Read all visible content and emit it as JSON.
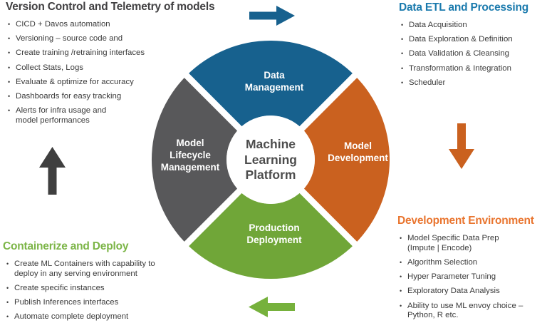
{
  "wheel": {
    "center_label": "Machine\nLearning\nPlatform",
    "quadrants": [
      {
        "id": "data-management",
        "label": "Data\nManagement",
        "color": "#17618e"
      },
      {
        "id": "model-development",
        "label": "Model\nDevelopment",
        "color": "#ca611f"
      },
      {
        "id": "production-deployment",
        "label": "Production\nDeployment",
        "color": "#70a638"
      },
      {
        "id": "model-lifecycle-management",
        "label": "Model\nLifecycle\nManagement",
        "color": "#58585a"
      }
    ],
    "gap_color": "#ffffff",
    "center_color": "#ffffff"
  },
  "sections": {
    "version_control": {
      "title": "Version Control and Telemetry of models",
      "title_color": "#414042",
      "items": [
        "CICD + Davos automation",
        "Versioning – source code and",
        "Create training /retraining interfaces",
        "Collect Stats, Logs",
        "Evaluate & optimize for accuracy",
        "Dashboards for easy tracking",
        "Alerts for infra usage and\nmodel performances"
      ]
    },
    "data_etl": {
      "title": "Data ETL and Processing",
      "title_color": "#1a7aad",
      "items": [
        "Data Acquisition",
        "Data Exploration & Definition",
        "Data Validation & Cleansing",
        "Transformation & Integration",
        "Scheduler"
      ]
    },
    "development_env": {
      "title": "Development Environment",
      "title_color": "#e9752f",
      "items": [
        "Model Specific Data Prep\n(Impute | Encode)",
        "Algorithm Selection",
        "Hyper Parameter Tuning",
        "Exploratory Data Analysis",
        "Ability to use ML envoy choice –\nPython, R etc."
      ]
    },
    "containerize": {
      "title": "Containerize and Deploy",
      "title_color": "#7cb547",
      "items": [
        "Create ML Containers with capability to\ndeploy in any serving environment",
        "Create specific instances",
        "Publish Inferences interfaces",
        "Automate complete deployment"
      ]
    }
  },
  "arrows": {
    "top": {
      "direction": "right",
      "color": "#17618e"
    },
    "right": {
      "direction": "down",
      "color": "#ca611f"
    },
    "bottom": {
      "direction": "left",
      "color": "#76b13c"
    },
    "left": {
      "direction": "up",
      "color": "#3f3f3f"
    }
  }
}
